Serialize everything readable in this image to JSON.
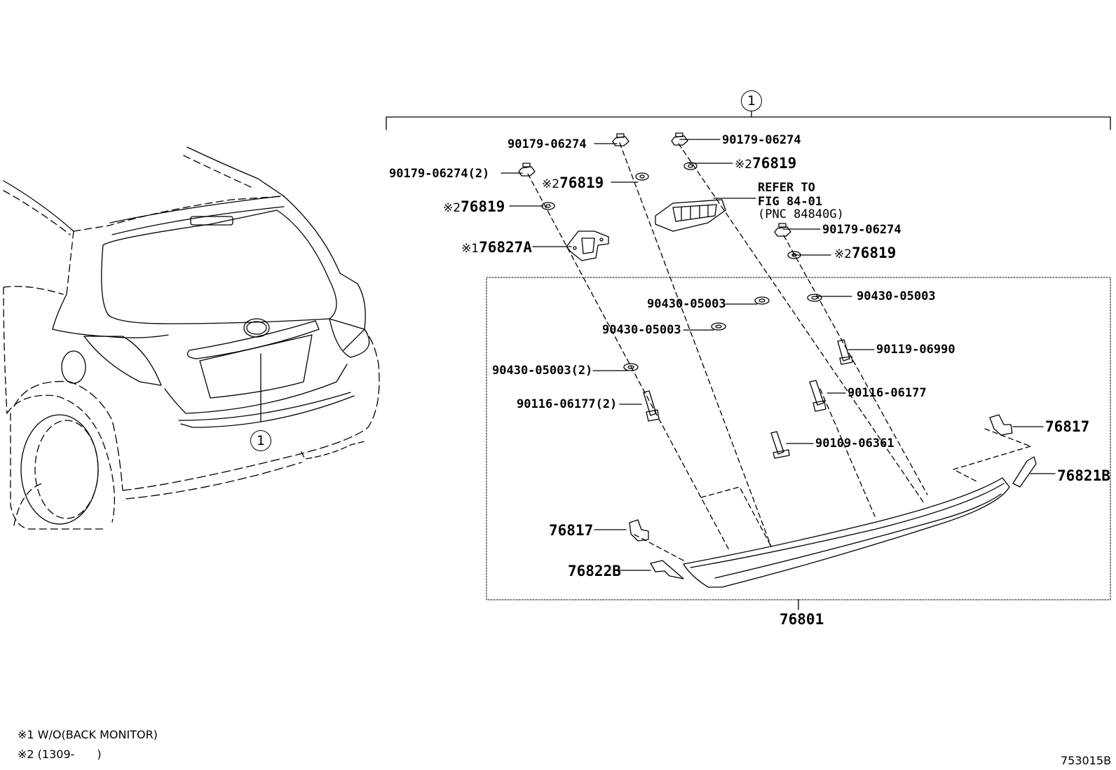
{
  "callouts": {
    "assembly_top": "1",
    "vehicle": "1"
  },
  "labels": {
    "p90179_a": "90179-06274",
    "p90179_b": "90179-06274",
    "p90179_c": "90179-06274(2)",
    "p90179_d": "90179-06274",
    "p76819_a": "76819",
    "p76819_b": "76819",
    "p76819_c": "76819",
    "p76819_d": "76819",
    "mark2": "※2",
    "mark1": "※1",
    "p76827a": "76827A",
    "refer_line1": "REFER TO",
    "refer_line2": "FIG 84-01",
    "refer_line3": "(PNC 84840G)",
    "p90430_a": "90430-05003",
    "p90430_b": "90430-05003",
    "p90430_c": "90430-05003",
    "p90430_d": "90430-05003(2)",
    "p90119": "90119-06990",
    "p90116_a": "90116-06177",
    "p90116_b": "90116-06177(2)",
    "p90109": "90109-06361",
    "p76817_a": "76817",
    "p76817_b": "76817",
    "p76821b": "76821B",
    "p76822b": "76822B",
    "p76801": "76801"
  },
  "notes": {
    "note1": "※1 W/O(BACK MONITOR)",
    "note2": "※2 (1309-　　)",
    "figure_id": "753015B"
  }
}
